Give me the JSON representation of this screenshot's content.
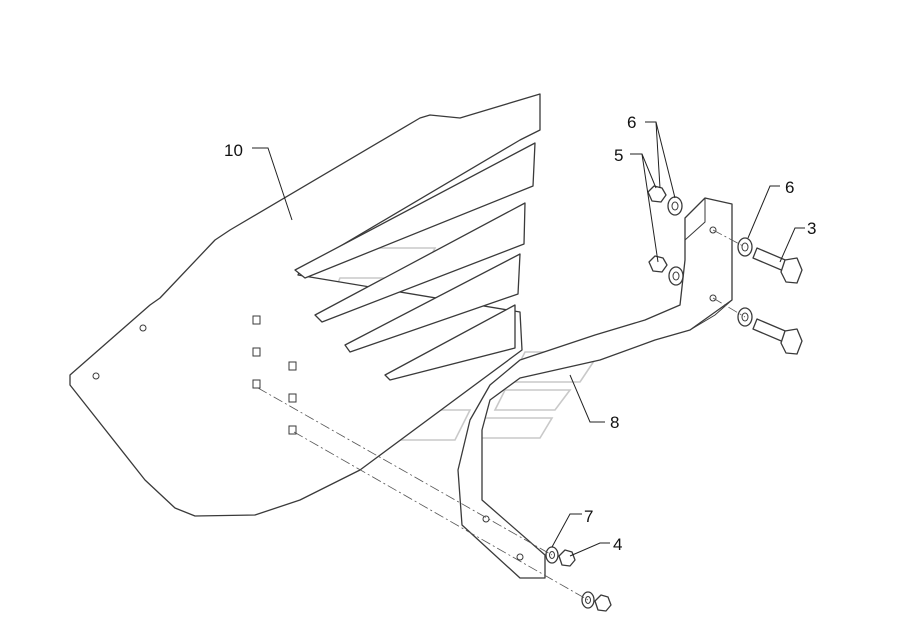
{
  "callouts": [
    {
      "id": "10",
      "label": "10"
    },
    {
      "id": "6a",
      "label": "6"
    },
    {
      "id": "5",
      "label": "5"
    },
    {
      "id": "6b",
      "label": "6"
    },
    {
      "id": "3",
      "label": "3"
    },
    {
      "id": "8",
      "label": "8"
    },
    {
      "id": "7",
      "label": "7"
    },
    {
      "id": "4",
      "label": "4"
    }
  ]
}
